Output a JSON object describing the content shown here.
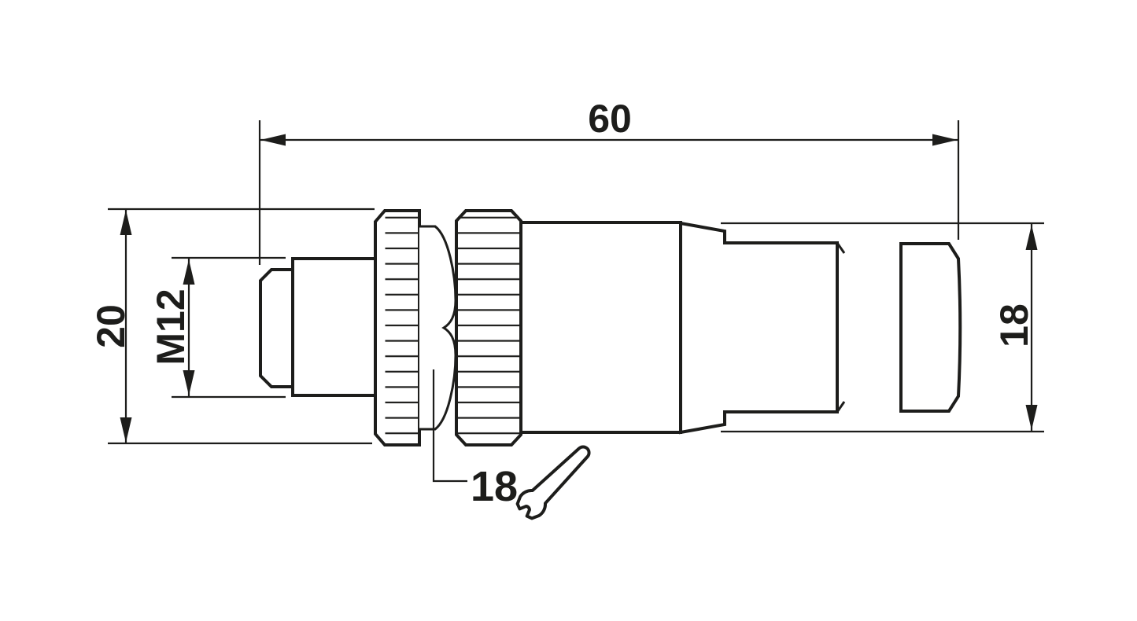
{
  "dimensions": {
    "total_length": "60",
    "front_height": "20",
    "thread": "M12",
    "coupling_hex": "18",
    "rear_height": "18"
  },
  "icons": {
    "wrench": "open-end-wrench"
  },
  "colors": {
    "line": "#1d1d1b",
    "background": "#ffffff"
  }
}
